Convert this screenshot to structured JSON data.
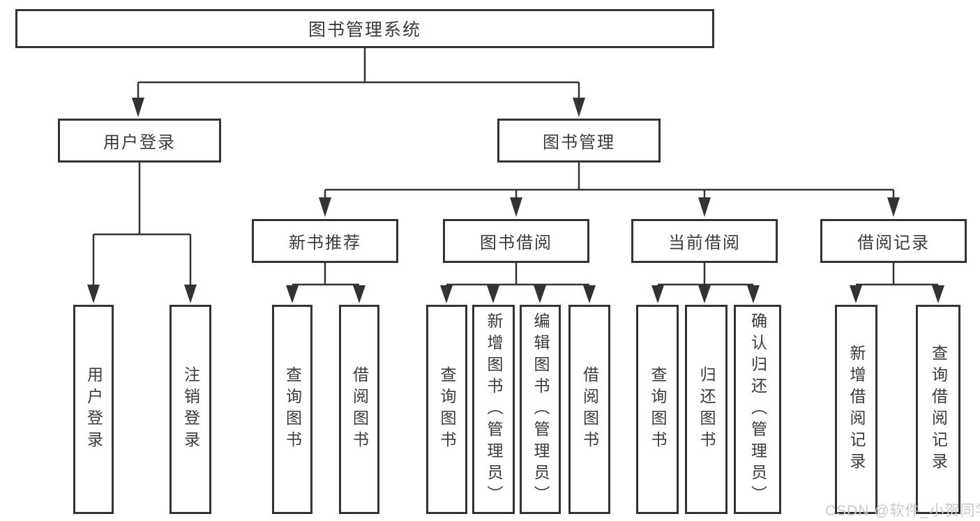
{
  "diagram": {
    "type": "tree",
    "nodes": {
      "root": {
        "label": "图书管理系统"
      },
      "user_login_branch": {
        "label": "用户登录"
      },
      "book_mgmt_branch": {
        "label": "图书管理"
      },
      "new_book_recommend": {
        "label": "新书推荐"
      },
      "book_borrowing": {
        "label": "图书借阅"
      },
      "current_borrowing": {
        "label": "当前借阅"
      },
      "borrow_records": {
        "label": "借阅记录"
      },
      "leaf_user_login": {
        "label": "用户登录"
      },
      "leaf_logout": {
        "label": "注销登录"
      },
      "leaf_query_books_recommend": {
        "label": "查询图书"
      },
      "leaf_borrow_books_recommend": {
        "label": "借阅图书"
      },
      "leaf_query_books_borrowing": {
        "label": "查询图书"
      },
      "leaf_add_book_admin": {
        "label": "新增图书（管理员）"
      },
      "leaf_edit_book_admin": {
        "label": "编辑图书（管理员）"
      },
      "leaf_borrow_books_borrowing": {
        "label": "借阅图书"
      },
      "leaf_query_books_current": {
        "label": "查询图书"
      },
      "leaf_return_book": {
        "label": "归还图书"
      },
      "leaf_confirm_return_admin": {
        "label": "确认归还（管理员）"
      },
      "leaf_add_borrow_record": {
        "label": "新增借阅记录"
      },
      "leaf_query_borrow_record": {
        "label": "查询借阅记录"
      }
    },
    "edges": [
      {
        "from": "root",
        "to": [
          "user_login_branch",
          "book_mgmt_branch"
        ]
      },
      {
        "from": "user_login_branch",
        "to": [
          "leaf_user_login",
          "leaf_logout"
        ]
      },
      {
        "from": "book_mgmt_branch",
        "to": [
          "new_book_recommend",
          "book_borrowing",
          "current_borrowing",
          "borrow_records"
        ]
      },
      {
        "from": "new_book_recommend",
        "to": [
          "leaf_query_books_recommend",
          "leaf_borrow_books_recommend"
        ]
      },
      {
        "from": "book_borrowing",
        "to": [
          "leaf_query_books_borrowing",
          "leaf_add_book_admin",
          "leaf_edit_book_admin",
          "leaf_borrow_books_borrowing"
        ]
      },
      {
        "from": "current_borrowing",
        "to": [
          "leaf_query_books_current",
          "leaf_return_book",
          "leaf_confirm_return_admin"
        ]
      },
      {
        "from": "borrow_records",
        "to": [
          "leaf_add_borrow_record",
          "leaf_query_borrow_record"
        ]
      }
    ]
  },
  "watermark": {
    "text": "CSDN @软件_小贺同学"
  },
  "colors": {
    "line": "#333333",
    "box_border": "#333333",
    "text": "#3a3a3a",
    "watermark": "#c9c9c9",
    "background": "#ffffff"
  }
}
